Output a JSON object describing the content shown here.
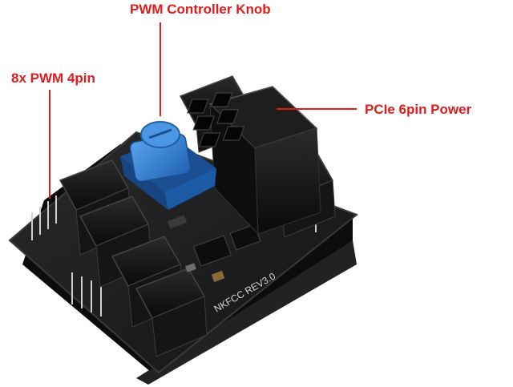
{
  "labels": {
    "knob": "PWM Controller Knob",
    "pwm_headers": "8x PWM 4pin",
    "pcie": "PCIe 6pin Power"
  },
  "board_silkscreen": "NKFCC REV3.0",
  "colors": {
    "callout": "#e01b1b",
    "pcb": "#1c1c1e",
    "knob": "#2f7fd6",
    "connector": "#111111",
    "pins": "#c9c9c9"
  },
  "icons": {
    "knob": "potentiometer-knob-icon",
    "pcie": "pcie-connector-icon"
  }
}
